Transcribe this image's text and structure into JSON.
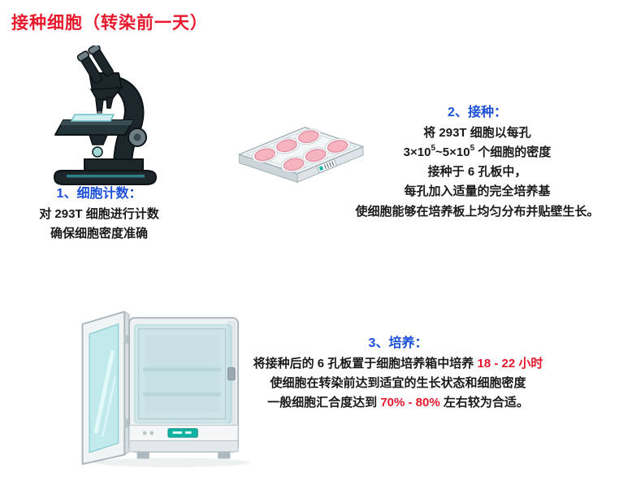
{
  "title": "接种细胞（转染前一天）",
  "colors": {
    "title_red": "#e8192c",
    "step_blue": "#1b4fd8",
    "highlight_red": "#e8192c",
    "text_black": "#1a1a1a",
    "well_pink": "#f6b3c0",
    "glass_teal": "#c2e9ec",
    "screen_teal": "#12b2a2"
  },
  "icons": {
    "microscope": "microscope-illustration",
    "plate": "six-well-plate-illustration",
    "incubator": "cell-incubator-illustration"
  },
  "step1": {
    "heading": "1、细胞计数：",
    "lines": [
      "对 293T 细胞进行计数",
      "确保细胞密度准确"
    ]
  },
  "step2": {
    "heading": "2、接种：",
    "line1": "将 293T 细胞以每孔",
    "density": {
      "base1": "3×10",
      "sup1": "5",
      "mid": "~5×10",
      "sup2": "5",
      "tail": " 个细胞的密度"
    },
    "line3": "接种于 6 孔板中，",
    "line4": "每孔加入适量的完全培养基",
    "line5": "使细胞能够在培养板上均匀分布并贴壁生长。"
  },
  "step3": {
    "heading": "3、培养：",
    "line1_pre": "将接种后的 6 孔板置于细胞培养箱中培养 ",
    "line1_highlight": "18 - 22 小时",
    "line2": "使细胞在转染前达到适宜的生长状态和细胞密度",
    "line3_pre": "一般细胞汇合度达到 ",
    "line3_highlight": "70% - 80%",
    "line3_post": " 左右较为合适。"
  }
}
